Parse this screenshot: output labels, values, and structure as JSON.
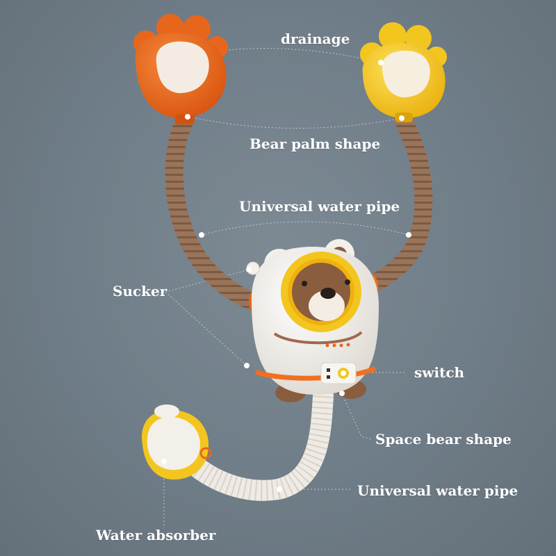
{
  "labels": {
    "drainage": "drainage",
    "bear_palm_shape": "Bear palm shape",
    "universal_water_pipe_top": "Universal water pipe",
    "sucker": "Sucker",
    "switch": "switch",
    "space_bear_shape": "Space bear shape",
    "universal_water_pipe_bottom": "Universal water pipe",
    "water_absorber": "Water absorber"
  },
  "colors": {
    "background": "#6e7c87",
    "orange_palm": "#e8661c",
    "yellow_palm": "#f3c61f",
    "pipe_brown": "#9a7459",
    "body_white": "#f3f0ea",
    "trim_orange": "#f0701f",
    "bear_brown": "#8a5d3e",
    "label_text": "#ffffff"
  }
}
